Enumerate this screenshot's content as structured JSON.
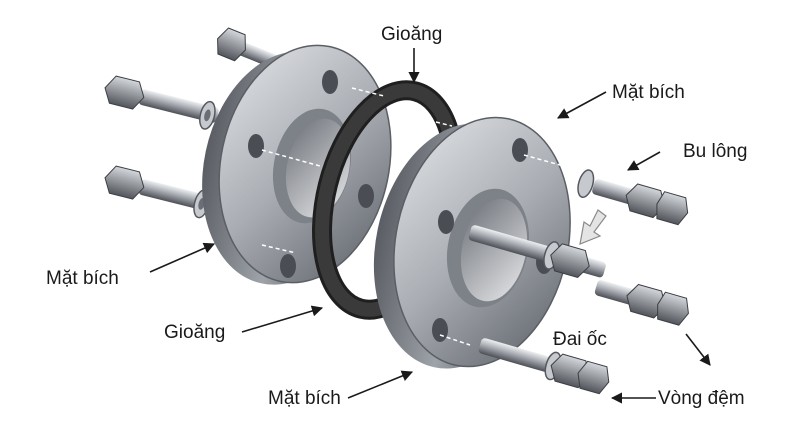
{
  "labels": {
    "gasket_top": "Gioăng",
    "flange_top_right": "Mặt bích",
    "bolt": "Bu lông",
    "flange_left": "Mặt bích",
    "gasket_bottom": "Gioăng",
    "nut": "Đai ốc",
    "flange_bottom": "Mặt bích",
    "washer": "Vòng đệm"
  },
  "colors": {
    "metal_light": "#c9ccd1",
    "metal_mid": "#8f949b",
    "metal_dark": "#4a4e54",
    "gasket": "#2b2b2b",
    "arrow": "#1a1a1a",
    "flow_arrow": "#d0d0d0"
  }
}
